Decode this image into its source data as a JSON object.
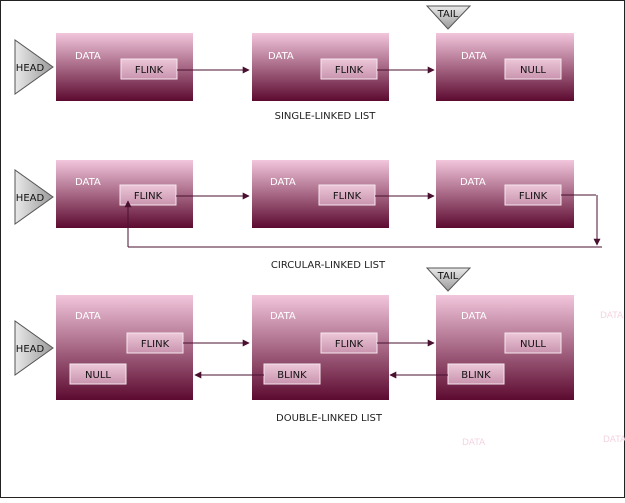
{
  "colors": {
    "node_top": "#f2c6dc",
    "node_bottom": "#5c0a2f",
    "field_fill": "#d9a8c0",
    "field_stroke": "#f6e6ee",
    "arrow": "#4a1030",
    "border": "#222222",
    "ghost_text": "#f4d4e2"
  },
  "labels": {
    "head": "HEAD",
    "tail": "TAIL",
    "data": "DATA",
    "flink": "FLINK",
    "blink": "BLINK",
    "null": "NULL"
  },
  "captions": {
    "single": "SINGLE-LINKED LIST",
    "circular": "CIRCULAR-LINKED LIST",
    "double": "DOUBLE-LINKED LIST"
  }
}
